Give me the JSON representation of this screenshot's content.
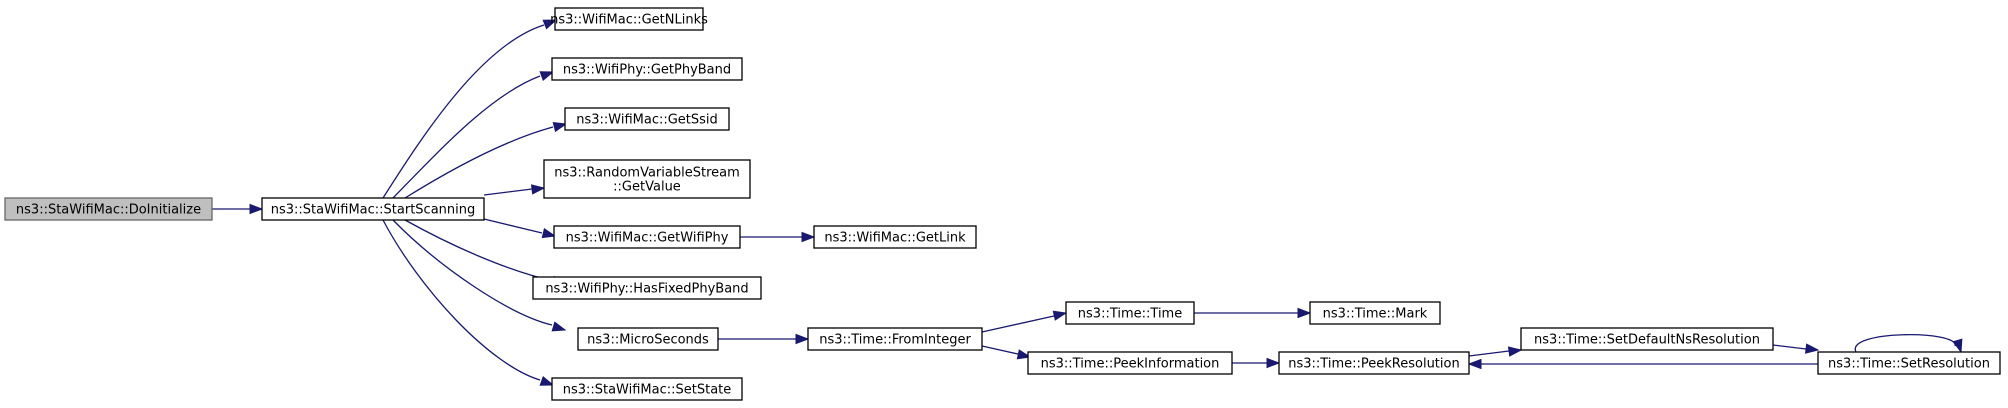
{
  "colors": {
    "edge": "#191970",
    "node_fill": "#ffffff",
    "root_fill": "#bfbfbf",
    "node_border": "#000000",
    "root_border": "#666666"
  },
  "nodes": {
    "doinitialize": {
      "lines": [
        "ns3::StaWifiMac::DoInitialize"
      ],
      "root": true
    },
    "startscanning": {
      "lines": [
        "ns3::StaWifiMac::StartScanning"
      ]
    },
    "getnlinks": {
      "lines": [
        "ns3::WifiMac::GetNLinks"
      ]
    },
    "getphyband": {
      "lines": [
        "ns3::WifiPhy::GetPhyBand"
      ]
    },
    "getssid": {
      "lines": [
        "ns3::WifiMac::GetSsid"
      ]
    },
    "getvalue": {
      "lines": [
        "ns3::RandomVariableStream",
        "::GetValue"
      ]
    },
    "getwifiphy": {
      "lines": [
        "ns3::WifiMac::GetWifiPhy"
      ]
    },
    "getlink": {
      "lines": [
        "ns3::WifiMac::GetLink"
      ]
    },
    "hasfixedphyband": {
      "lines": [
        "ns3::WifiPhy::HasFixedPhyBand"
      ]
    },
    "microseconds": {
      "lines": [
        "ns3::MicroSeconds"
      ]
    },
    "frominteger": {
      "lines": [
        "ns3::Time::FromInteger"
      ]
    },
    "time": {
      "lines": [
        "ns3::Time::Time"
      ]
    },
    "mark": {
      "lines": [
        "ns3::Time::Mark"
      ]
    },
    "peekinformation": {
      "lines": [
        "ns3::Time::PeekInformation"
      ]
    },
    "peekresolution": {
      "lines": [
        "ns3::Time::PeekResolution"
      ]
    },
    "setdefaultnsresolution": {
      "lines": [
        "ns3::Time::SetDefaultNsResolution"
      ]
    },
    "setresolution": {
      "lines": [
        "ns3::Time::SetResolution"
      ]
    },
    "setstate": {
      "lines": [
        "ns3::StaWifiMac::SetState"
      ]
    }
  },
  "edges": [
    {
      "from": "doinitialize",
      "to": "startscanning"
    },
    {
      "from": "startscanning",
      "to": "getnlinks"
    },
    {
      "from": "startscanning",
      "to": "getphyband"
    },
    {
      "from": "startscanning",
      "to": "getssid"
    },
    {
      "from": "startscanning",
      "to": "getvalue"
    },
    {
      "from": "startscanning",
      "to": "getwifiphy"
    },
    {
      "from": "startscanning",
      "to": "hasfixedphyband"
    },
    {
      "from": "startscanning",
      "to": "microseconds"
    },
    {
      "from": "startscanning",
      "to": "setstate"
    },
    {
      "from": "getwifiphy",
      "to": "getlink"
    },
    {
      "from": "microseconds",
      "to": "frominteger"
    },
    {
      "from": "frominteger",
      "to": "time"
    },
    {
      "from": "frominteger",
      "to": "peekinformation"
    },
    {
      "from": "time",
      "to": "mark"
    },
    {
      "from": "peekinformation",
      "to": "peekresolution"
    },
    {
      "from": "peekresolution",
      "to": "setdefaultnsresolution"
    },
    {
      "from": "setdefaultnsresolution",
      "to": "setresolution"
    },
    {
      "from": "setresolution",
      "to": "peekresolution"
    },
    {
      "from": "setresolution",
      "to": "setresolution"
    }
  ]
}
